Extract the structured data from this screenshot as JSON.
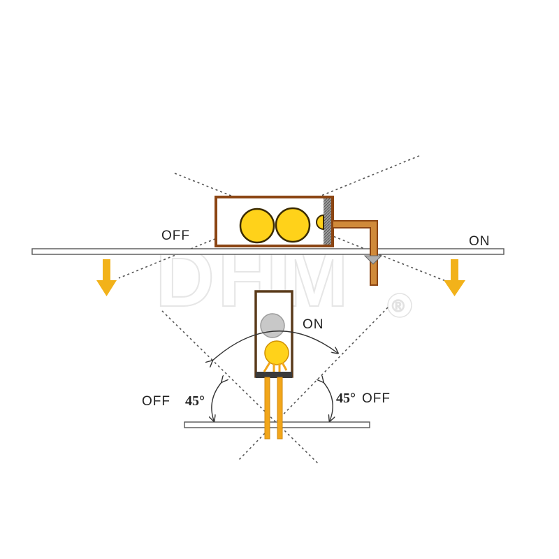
{
  "watermark": {
    "text": "DHM",
    "mark": "®"
  },
  "horizontal_sensor": {
    "label_off": "OFF",
    "label_on": "ON"
  },
  "vertical_sensor": {
    "label_on": "ON",
    "left_label_off": "OFF",
    "left_label_angle": "45°",
    "right_label_angle": "45°",
    "right_label_off": "OFF"
  },
  "colors": {
    "ball": "#ffd21a",
    "ball_edge": "#3a2a00",
    "housing": "#8b4513",
    "pin": "#f2a61a",
    "arrow": "#f2b21a",
    "rolled_ball": "#c8c8c8"
  }
}
